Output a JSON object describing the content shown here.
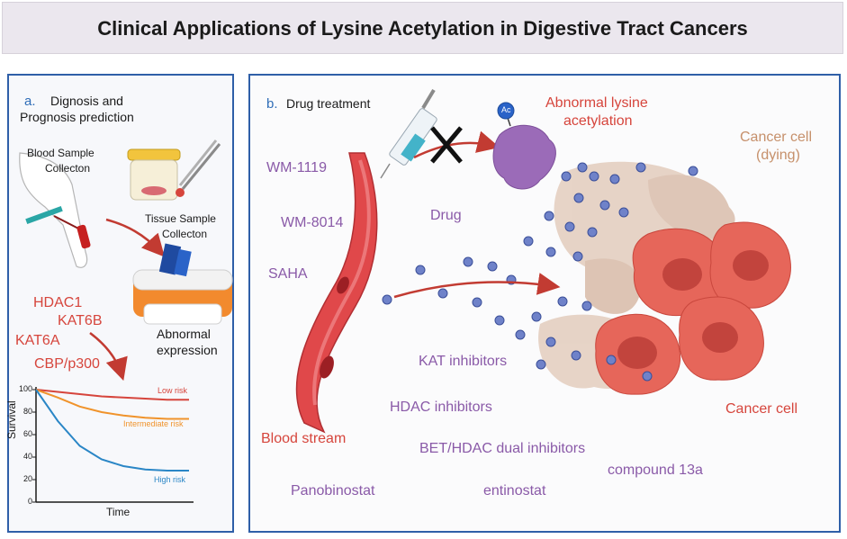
{
  "title": "Clinical Applications of Lysine Acetylation in Digestive Tract Cancers",
  "panel_a": {
    "letter": "a.",
    "heading_line1": "Dignosis and",
    "heading_line2": "Prognosis prediction",
    "blood_line1": "Blood Sample",
    "blood_line2": "Collecton",
    "tissue_line1": "Tissue Sample",
    "tissue_line2": "Collecton",
    "abnormal_line1": "Abnormal",
    "abnormal_line2": "expression",
    "genes": [
      "HDAC1",
      "KAT6B",
      "KAT6A",
      "CBP/p300"
    ]
  },
  "chart_data": {
    "type": "line",
    "xlabel": "Time",
    "ylabel": "Survival",
    "ylim": [
      0,
      100
    ],
    "yticks": [
      "100",
      "80",
      "60",
      "40",
      "20",
      "0"
    ],
    "series": [
      {
        "name": "Low risk",
        "color": "#d6453c",
        "values": [
          100,
          98,
          96,
          94,
          93,
          92,
          91,
          91
        ]
      },
      {
        "name": "Intermediate risk",
        "color": "#f0932b",
        "values": [
          100,
          93,
          85,
          80,
          77,
          75,
          74,
          74
        ]
      },
      {
        "name": "High risk",
        "color": "#2a86c6",
        "values": [
          100,
          72,
          50,
          38,
          32,
          29,
          28,
          28
        ]
      }
    ]
  },
  "panel_b": {
    "letter": "b.",
    "heading": "Drug treatment",
    "abnormal_line1": "Abnormal lysine",
    "abnormal_line2": "acetylation",
    "ac_badge": "Ac",
    "cancer_dying_line1": "Cancer cell",
    "cancer_dying_line2": "(dying)",
    "drug_label": "Drug",
    "drugs_left": [
      "WM-1119",
      "WM-8014",
      "SAHA"
    ],
    "blood_stream": "Blood stream",
    "cancer_cell": "Cancer cell",
    "kat_inhibitors": "KAT inhibitors",
    "hdac_inhibitors": "HDAC inhibitors",
    "bet_hdac": "BET/HDAC dual inhibitors",
    "compound": "compound 13a",
    "panobinostat": "Panobinostat",
    "entinostat": "entinostat"
  },
  "colors": {
    "panel_border": "#2f5fa8",
    "red_text": "#d6453c",
    "purple_text": "#8a5aa8",
    "vessel": "#e0484a",
    "arrow": "#c23b32"
  }
}
